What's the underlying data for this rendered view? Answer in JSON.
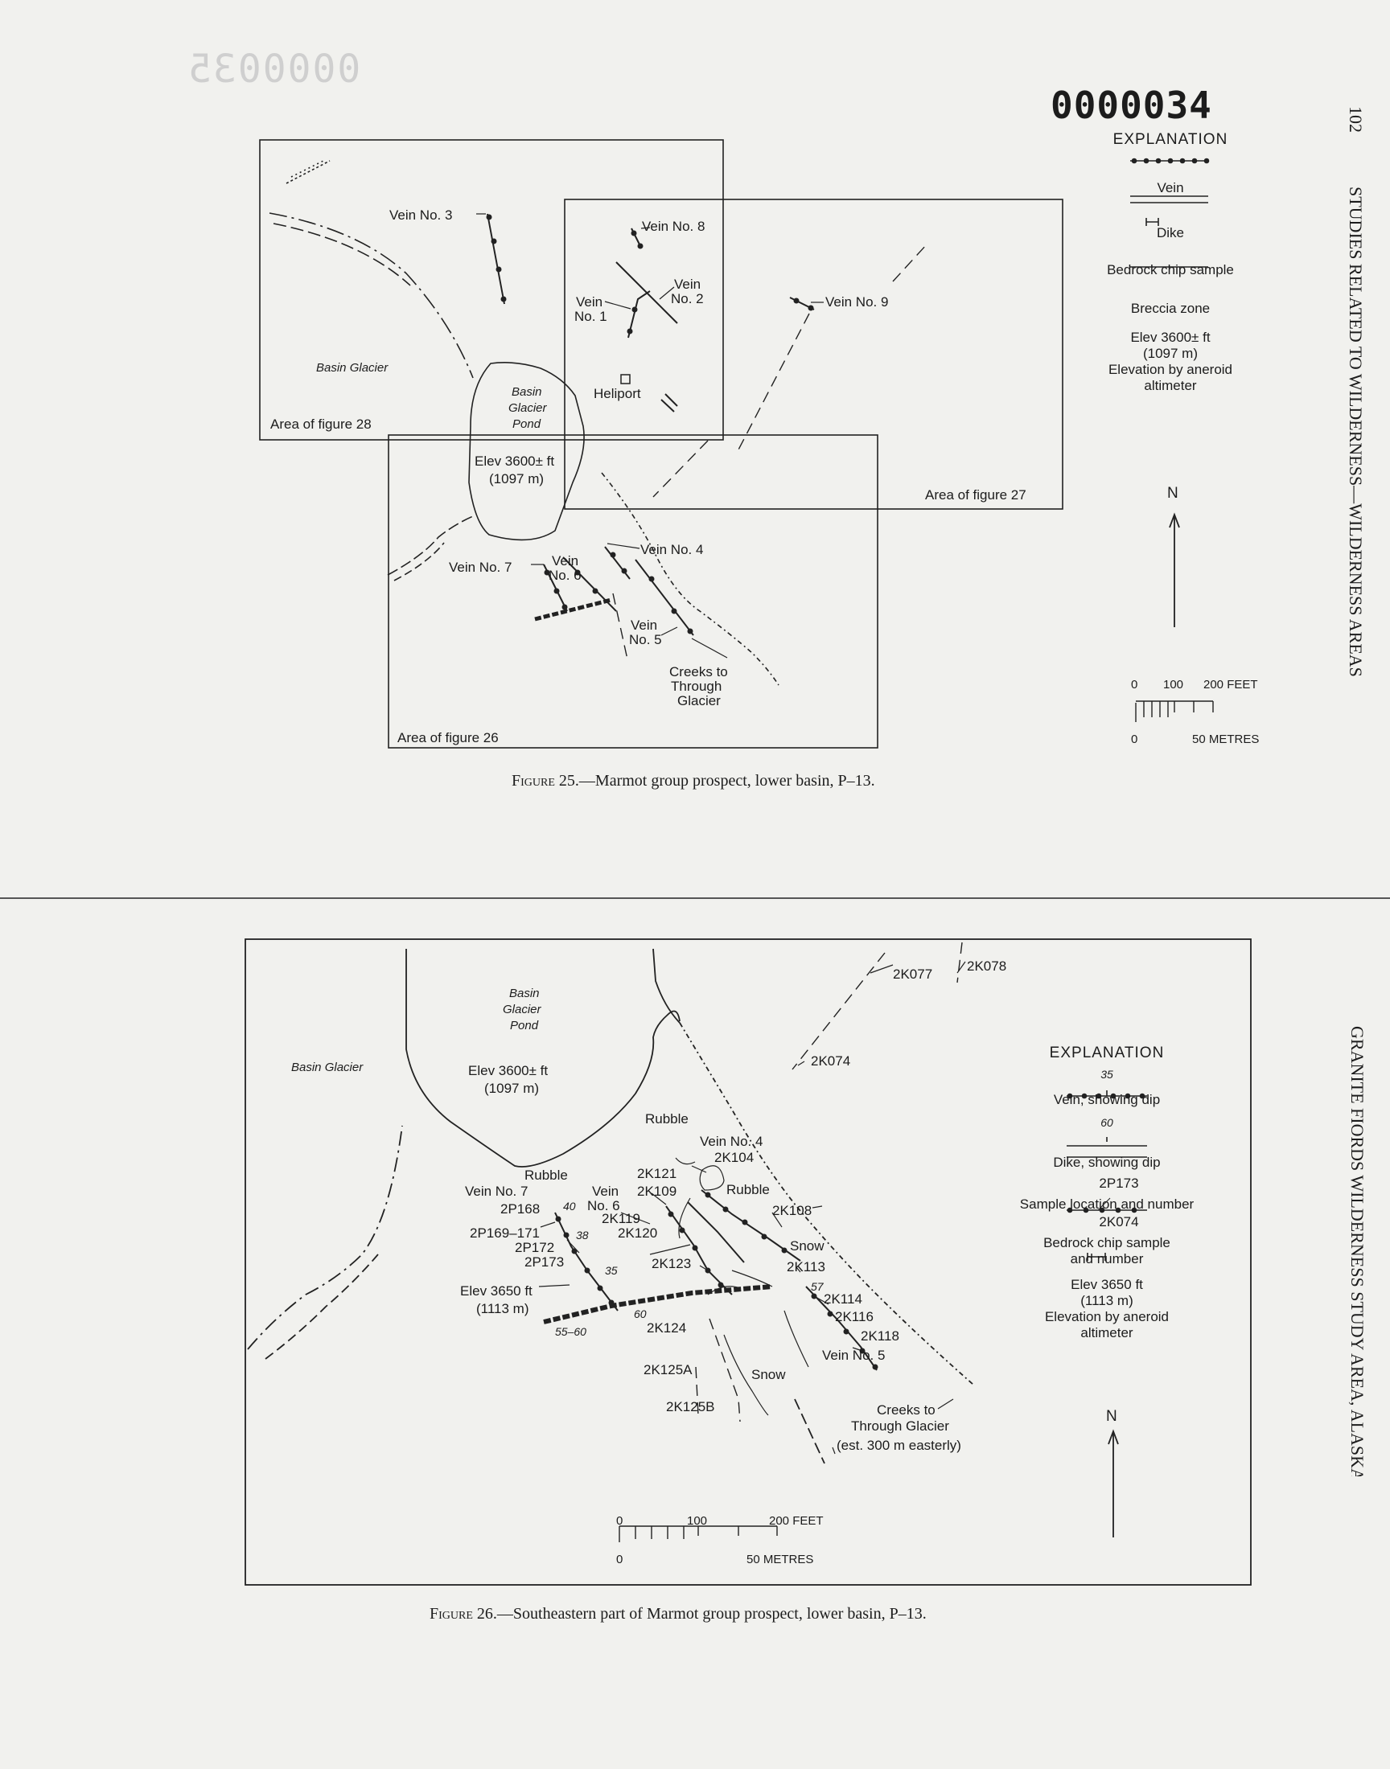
{
  "page_header": {
    "doc_number": "0000034",
    "ghost_number": "0000035",
    "page_number": "102",
    "running_head": "STUDIES RELATED TO WILDERNESS—WILDERNESS AREAS",
    "running_head_lower": "GRANITE FIORDS WILDERNESS STUDY AREA, ALASKA"
  },
  "figure25": {
    "caption_prefix": "Figure 25.",
    "caption_text": "—Marmot group prospect, lower basin, P–13.",
    "labels": {
      "vein3": "Vein No. 3",
      "vein8": "Vein No. 8",
      "vein1_a": "Vein",
      "vein1_b": "No. 1",
      "vein2_a": "Vein",
      "vein2_b": "No. 2",
      "vein9": "Vein No. 9",
      "basin_glacier": "Basin Glacier",
      "pond_1": "Basin",
      "pond_2": "Glacier",
      "pond_3": "Pond",
      "heliport": "Heliport",
      "area28": "Area of figure 28",
      "area27": "Area of figure 27",
      "area26": "Area of figure 26",
      "elev_1": "Elev  3600± ft",
      "elev_2": "(1097 m)",
      "vein7": "Vein No. 7",
      "vein6_a": "Vein",
      "vein6_b": "No. 6",
      "vein4": "Vein No. 4",
      "vein5_a": "Vein",
      "vein5_b": "No. 5",
      "creeks_1": "Creeks to",
      "creeks_2": "Through",
      "creeks_3": "Glacier"
    },
    "explanation": {
      "title": "EXPLANATION",
      "vein": "Vein",
      "dike": "Dike",
      "chip": "Bedrock chip sample",
      "breccia": "Breccia zone",
      "elev_1": "Elev  3600± ft",
      "elev_2": "(1097 m)",
      "elev_3": "Elevation by aneroid",
      "elev_4": "altimeter"
    },
    "north": "N",
    "scale": {
      "t0": "0",
      "t100": "100",
      "t200": "200 FEET",
      "b0": "0",
      "b50": "50 METRES"
    }
  },
  "figure26": {
    "caption_prefix": "Figure 26.",
    "caption_text": "—Southeastern part of Marmot group prospect, lower basin, P–13.",
    "labels": {
      "basin_glacier": "Basin Glacier",
      "pond_1": "Basin",
      "pond_2": "Glacier",
      "pond_3": "Pond",
      "elev1_a": "Elev  3600± ft",
      "elev1_b": "(1097 m)",
      "rubble_top": "Rubble",
      "rubble_left": "Rubble",
      "rubble_right": "Rubble",
      "vein4": "Vein No. 4",
      "k104": "2K104",
      "k121": "2K121",
      "vein7": "Vein No. 7",
      "vein6_a": "Vein",
      "vein6_b": "No. 6",
      "k109": "2K109",
      "p168": "2P168",
      "k119": "2K119",
      "k120": "2K120",
      "k108": "2K108",
      "p169": "2P169–171",
      "p172": "2P172",
      "p173": "2P173",
      "snow1": "Snow",
      "k123": "2K123",
      "k113": "2K113",
      "elev2_a": "Elev  3650 ft",
      "elev2_b": "(1113 m)",
      "k114": "2K114",
      "k116": "2K116",
      "k118": "2K118",
      "k124": "2K124",
      "vein5": "Vein No. 5",
      "k125a": "2K125A",
      "snow2": "Snow",
      "k125b": "2K125B",
      "creeks_1": "Creeks to",
      "creeks_2": "Through Glacier",
      "creeks_3": "(est. 300 m easterly)",
      "k077": "2K077",
      "k078": "2K078",
      "k074": "2K074",
      "dip40": "40",
      "dip38": "38",
      "dip35": "35",
      "dip57": "57",
      "dip60": "60",
      "dip5560": "55–60"
    },
    "explanation": {
      "title": "EXPLANATION",
      "vein_dip": "35",
      "vein": "Vein, showing dip",
      "dike_dip": "60",
      "dike": "Dike, showing dip",
      "sample_num": "2P173",
      "sample": "Sample location and number",
      "chip_num": "2K074",
      "chip_1": "Bedrock chip sample",
      "chip_2": "and number",
      "elev_1": "Elev  3650 ft",
      "elev_2": "(1113 m)",
      "elev_3": "Elevation by aneroid",
      "elev_4": "altimeter"
    },
    "north": "N",
    "scale": {
      "t0": "0",
      "t100": "100",
      "t200": "200 FEET",
      "b0": "0",
      "b50": "50 METRES"
    }
  }
}
